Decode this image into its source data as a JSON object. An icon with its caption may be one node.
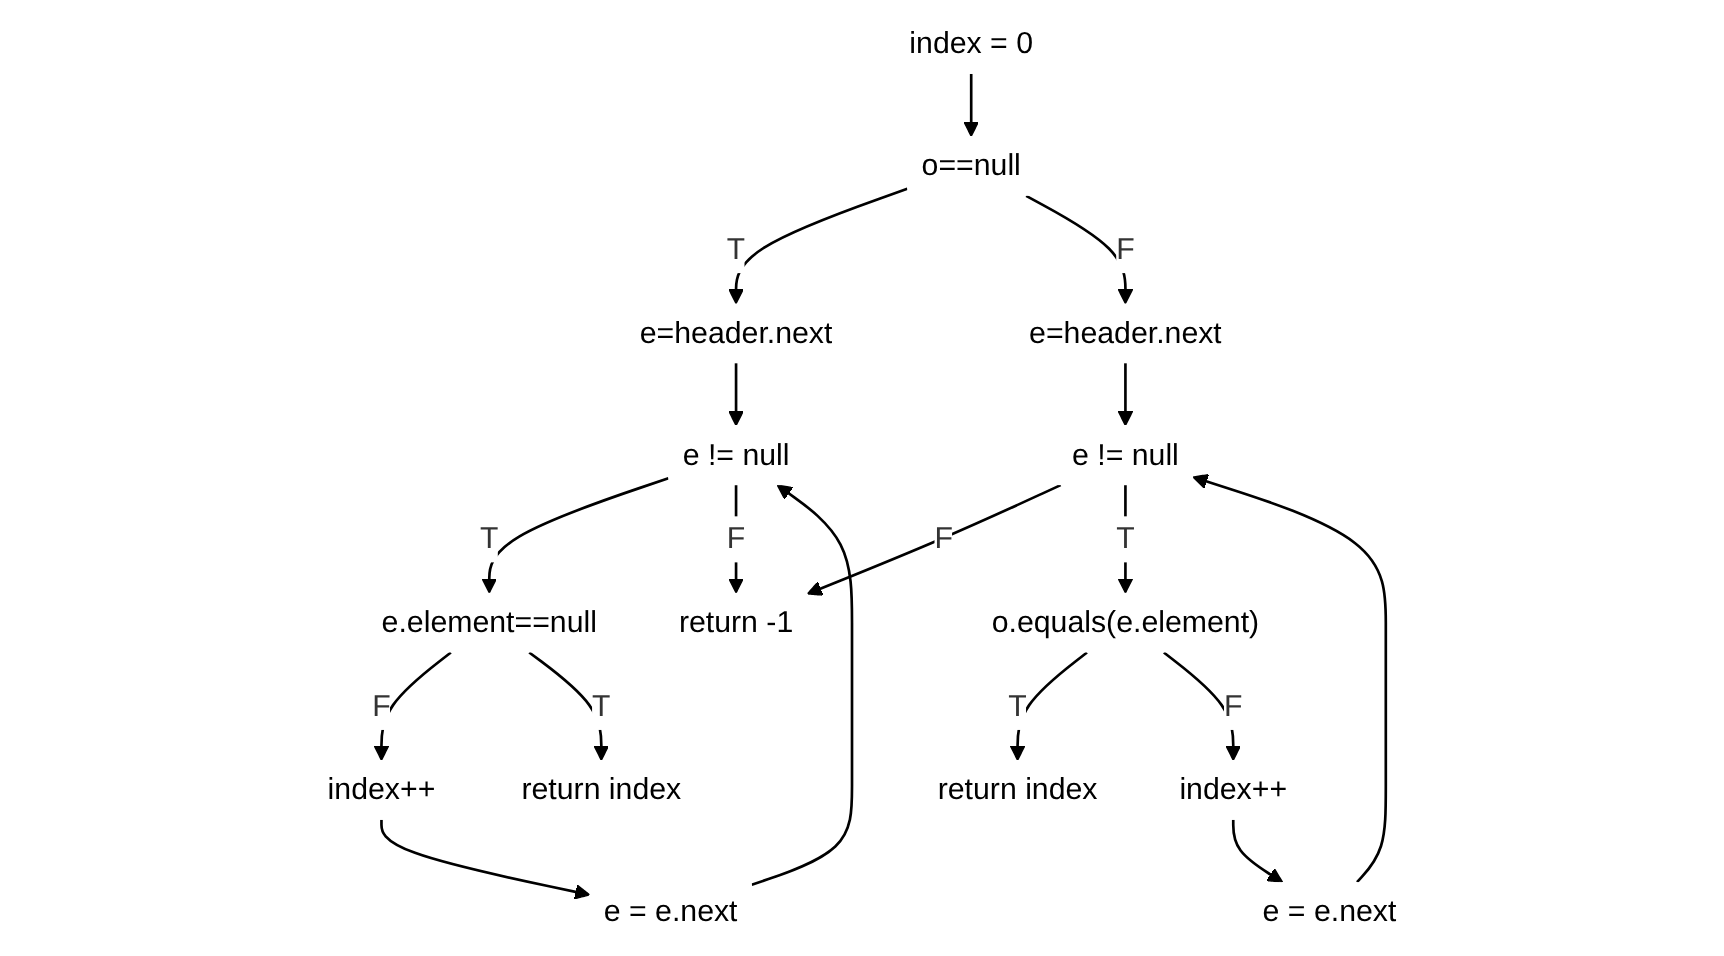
{
  "diagram": {
    "nodes": [
      {
        "text": [
          "index = 0"
        ]
      },
      {
        "text": [
          "o==null"
        ]
      },
      {
        "text": [
          "e=header.next"
        ]
      },
      {
        "text": [
          "e=header.next"
        ]
      },
      {
        "text": [
          "e != null"
        ]
      },
      {
        "text": [
          "e != null"
        ]
      },
      {
        "text": [
          "e.element==null"
        ]
      },
      {
        "text": [
          "return -1"
        ]
      },
      {
        "text": [
          "o.equals(e.element)"
        ]
      },
      {
        "text": [
          "index++"
        ]
      },
      {
        "text": [
          "return index"
        ]
      },
      {
        "text": [
          "return index"
        ]
      },
      {
        "text": [
          "index++"
        ]
      },
      {
        "text": [
          "e = e.next"
        ]
      },
      {
        "text": [
          "e = e.next"
        ]
      }
    ],
    "edges": [
      {
        "from": 0,
        "to": 1,
        "arrow": "to"
      },
      {
        "from": 1,
        "to": 2,
        "arrow": "to",
        "label": "T"
      },
      {
        "from": 1,
        "to": 3,
        "arrow": "to",
        "label": "F"
      },
      {
        "from": 2,
        "to": 4,
        "arrow": "to"
      },
      {
        "from": 3,
        "to": 5,
        "arrow": "to"
      },
      {
        "from": 4,
        "to": 6,
        "arrow": "to",
        "label": "T"
      },
      {
        "from": 4,
        "to": 7,
        "arrow": "to",
        "label": "F"
      },
      {
        "from": 5,
        "to": 7,
        "arrow": "to",
        "label": "F"
      },
      {
        "from": 5,
        "to": 8,
        "arrow": "to",
        "label": "T"
      },
      {
        "from": 6,
        "to": 9,
        "arrow": "to",
        "label": "F"
      },
      {
        "from": 6,
        "to": 10,
        "arrow": "to",
        "label": "T"
      },
      {
        "from": 8,
        "to": 11,
        "arrow": "to",
        "label": "T"
      },
      {
        "from": 8,
        "to": 12,
        "arrow": "to",
        "label": "F"
      },
      {
        "from": 9,
        "to": 13,
        "arrow": "to"
      },
      {
        "from": 12,
        "to": 14,
        "arrow": "to"
      },
      {
        "from": 13,
        "to": 4,
        "arrow": "to"
      },
      {
        "from": 14,
        "to": 5,
        "arrow": "to"
      }
    ]
  }
}
